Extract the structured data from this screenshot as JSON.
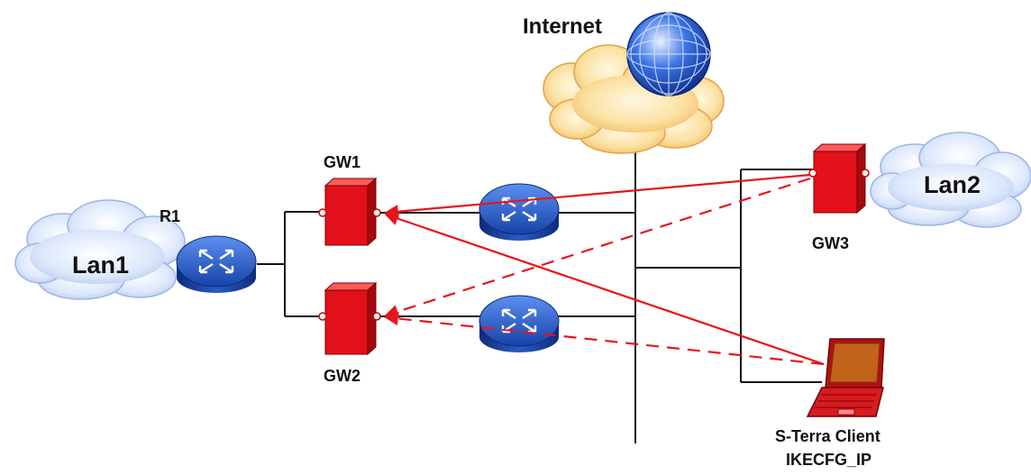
{
  "clouds": {
    "lan1": "Lan1",
    "lan2": "Lan2",
    "internet": "Internet"
  },
  "devices": {
    "r1": "R1",
    "gw1": "GW1",
    "gw2": "GW2",
    "gw3": "GW3"
  },
  "client": {
    "name": "S-Terra Client",
    "mode": "IKECFG_IP"
  },
  "colors": {
    "tunnel": "#e8141c",
    "gateway": "#e2111a",
    "router": "#1e4fb8",
    "link": "#111111"
  }
}
